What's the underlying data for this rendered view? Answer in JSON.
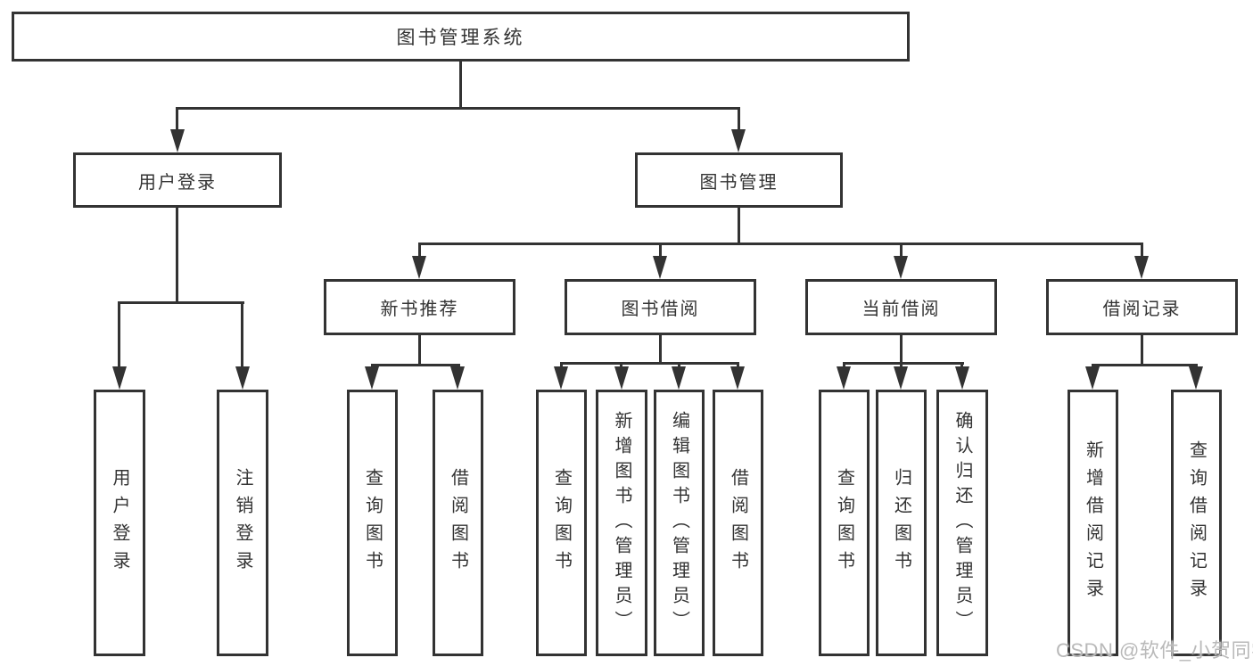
{
  "tree": {
    "root": {
      "label": "图书管理系统"
    },
    "user_login": {
      "label": "用户登录",
      "children": [
        {
          "label": "用户登录"
        },
        {
          "label": "注销登录"
        }
      ]
    },
    "book_management": {
      "label": "图书管理",
      "modules": [
        {
          "label": "新书推荐",
          "children": [
            {
              "label": "查询图书"
            },
            {
              "label": "借阅图书"
            }
          ]
        },
        {
          "label": "图书借阅",
          "children": [
            {
              "label": "查询图书"
            },
            {
              "label": "新增图书（管理员）"
            },
            {
              "label": "编辑图书（管理员）"
            },
            {
              "label": "借阅图书"
            }
          ]
        },
        {
          "label": "当前借阅",
          "children": [
            {
              "label": "查询图书"
            },
            {
              "label": "归还图书"
            },
            {
              "label": "确认归还（管理员）"
            }
          ]
        },
        {
          "label": "借阅记录",
          "children": [
            {
              "label": "新增借阅记录"
            },
            {
              "label": "查询借阅记录"
            }
          ]
        }
      ]
    }
  },
  "watermark": {
    "text": "CSDN @软件_小贺同学",
    "color": "#b9b9b9"
  },
  "colors": {
    "line": "#333333",
    "text": "#333333",
    "box_background": "#ffffff"
  }
}
